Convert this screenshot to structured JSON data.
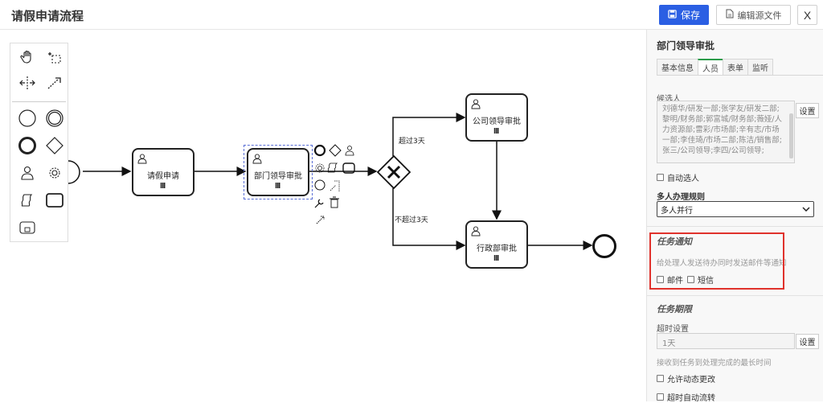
{
  "header": {
    "title": "请假申请流程",
    "save_label": "保存",
    "edit_source_label": "编辑源文件",
    "close_label": "X"
  },
  "diagram": {
    "tasks": [
      {
        "label": "请假申请"
      },
      {
        "label": "部门领导审批"
      },
      {
        "label": "公司领导审批"
      },
      {
        "label": "行政部审批"
      }
    ],
    "flow_labels": {
      "over": "超过3天",
      "not_over": "不超过3天"
    },
    "task_marker": "lll"
  },
  "panel": {
    "title": "部门领导审批",
    "tabs": [
      {
        "label": "基本信息"
      },
      {
        "label": "人员"
      },
      {
        "label": "表单"
      },
      {
        "label": "监听"
      }
    ],
    "candidates_label": "候选人",
    "candidates_value": "刘德华/研发一部;张学友/研发二部;黎明/财务部;郭富城/财务部;薇娅/人力资源部;雷彩/市场部;辛有志/市场一部;李佳琦/市场二部;陈洁/销售部;张三/公司领导;李四/公司领导;",
    "set_label": "设置",
    "auto_select_label": "自动选人",
    "multi_rule_label": "多人办理规则",
    "multi_rule_value": "多人并行",
    "notice_title": "任务通知",
    "notice_hint": "给处理人发送待办同时发送邮件等通知",
    "email_label": "邮件",
    "sms_label": "短信",
    "deadline_title": "任务期限",
    "timeout_label": "超时设置",
    "timeout_value": "1天",
    "timeout_hint": "接收到任务到处理完成的最长时间",
    "allow_change_label": "允许动态更改",
    "auto_flow_label": "超时自动流转"
  },
  "colors": {
    "primary": "#2b5fe3",
    "highlight_border": "#e0322c",
    "active_tab": "#2b9c4a"
  }
}
